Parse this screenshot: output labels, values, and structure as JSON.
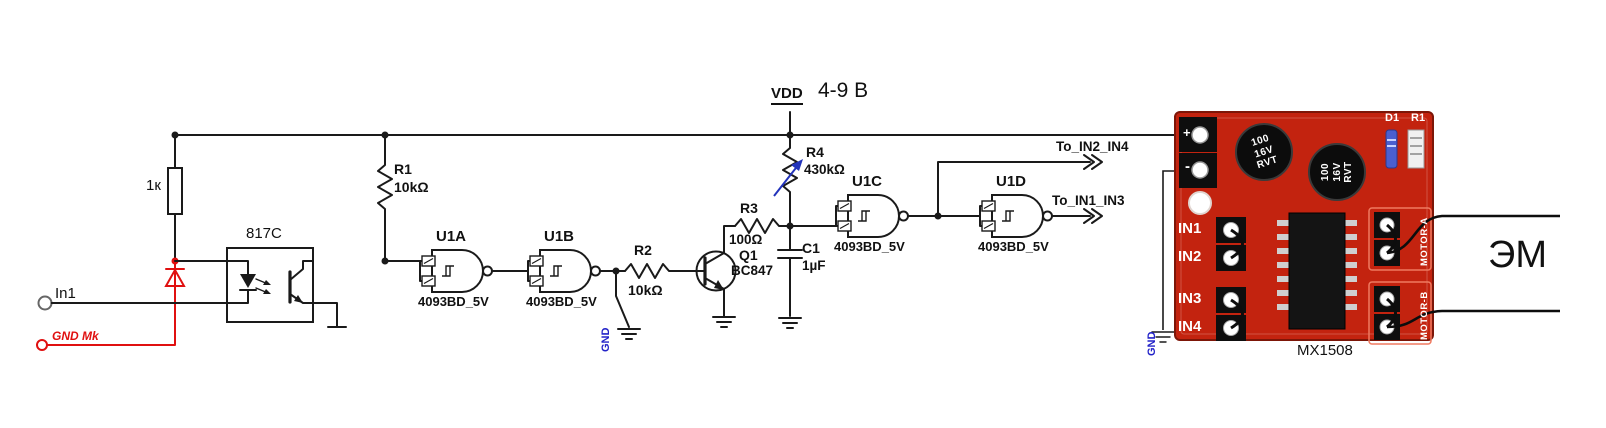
{
  "labels": {
    "in1": "In1",
    "gnd_mk": "GND Mk",
    "r_in": "1к",
    "opto": "817C",
    "r1_name": "R1",
    "r1_value": "10kΩ",
    "u1a_name": "U1A",
    "u1a_part": "4093BD_5V",
    "u1b_name": "U1B",
    "u1b_part": "4093BD_5V",
    "r2_name": "R2",
    "r2_value": "10kΩ",
    "q1_name": "Q1",
    "q1_part": "BC847",
    "r3_name": "R3",
    "r3_value": "100Ω",
    "r4_name": "R4",
    "r4_value": "430kΩ",
    "c1_name": "C1",
    "c1_value": "1µF",
    "vdd": "VDD",
    "vdd_range": "4-9 В",
    "u1c_name": "U1C",
    "u1c_part": "4093BD_5V",
    "u1d_name": "U1D",
    "u1d_part": "4093BD_5V",
    "net_in2_in4": "To_IN2_IN4",
    "net_in1_in3": "To_IN1_IN3",
    "gnd1": "GND",
    "gnd2": "GND",
    "em": "ЭМ"
  },
  "module": {
    "name": "MX1508",
    "plus": "+",
    "minus": "-",
    "d1": "D1",
    "r1": "R1",
    "cap1_line1": "100",
    "cap1_line2": "16V",
    "cap1_line3": "RVT",
    "cap2_line1": "100",
    "cap2_line2": "16V",
    "cap2_line3": "RVT",
    "pins": [
      "IN1",
      "IN2",
      "IN3",
      "IN4"
    ],
    "motor_a": "MOTOR-A",
    "motor_b": "MOTOR-B"
  },
  "colors": {
    "wire": "#1a1a1a",
    "red_wire": "#e01010",
    "blue_label": "#2323c8",
    "pcb_red": "#c3230f",
    "trim_arrow_blue": "#2233bb"
  }
}
